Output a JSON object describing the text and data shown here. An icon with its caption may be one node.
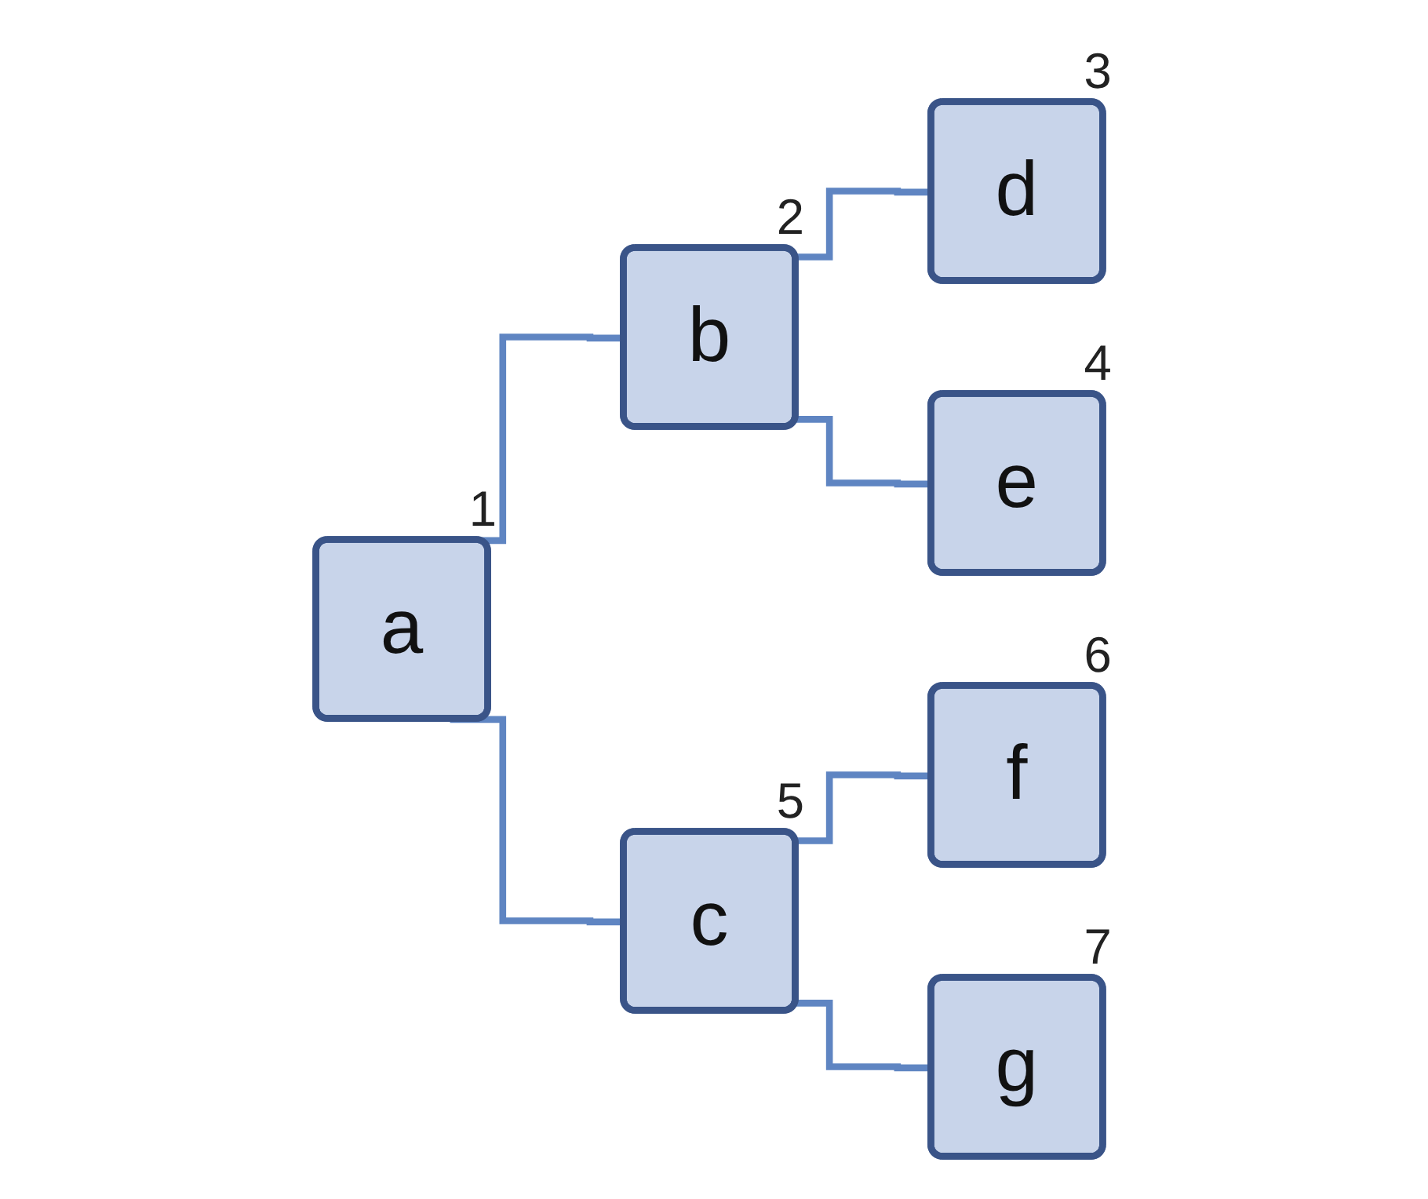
{
  "diagram": {
    "nodes": [
      {
        "text": [
          "a"
        ],
        "beside": [
          "1"
        ]
      },
      {
        "text": [
          "b"
        ],
        "beside": [
          "2"
        ]
      },
      {
        "text": [
          "d"
        ],
        "beside": [
          "3"
        ]
      },
      {
        "text": [
          "e"
        ],
        "beside": [
          "4"
        ]
      },
      {
        "text": [
          "c"
        ],
        "beside": [
          "5"
        ]
      },
      {
        "text": [
          "f"
        ],
        "beside": [
          "6"
        ]
      },
      {
        "text": [
          "g"
        ],
        "beside": [
          "7"
        ]
      }
    ],
    "edges": [
      {
        "from": 0,
        "to": 1,
        "arrow": "none"
      },
      {
        "from": 1,
        "to": 2,
        "arrow": "none"
      },
      {
        "from": 1,
        "to": 3,
        "arrow": "none"
      },
      {
        "from": 0,
        "to": 4,
        "arrow": "none"
      },
      {
        "from": 4,
        "to": 5,
        "arrow": "none"
      },
      {
        "from": 4,
        "to": 6,
        "arrow": "none"
      }
    ]
  }
}
